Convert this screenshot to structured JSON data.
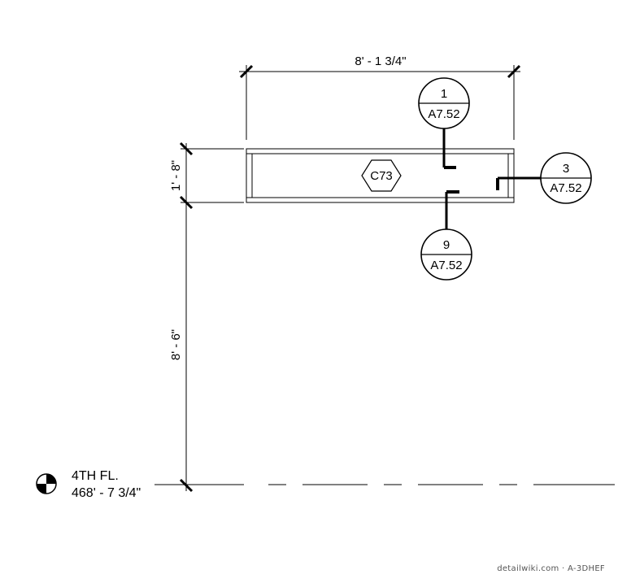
{
  "dimensions": {
    "width": "8' - 1 3/4\"",
    "height": "1' - 8\"",
    "elevation_span": "8' - 6\""
  },
  "element_tag": "C73",
  "callouts": [
    {
      "number": "1",
      "sheet": "A7.52"
    },
    {
      "number": "3",
      "sheet": "A7.52"
    },
    {
      "number": "9",
      "sheet": "A7.52"
    }
  ],
  "level": {
    "name": "4TH FL.",
    "elevation": "468' - 7 3/4\""
  },
  "credit": "detailwiki.com · A-3DHEF"
}
